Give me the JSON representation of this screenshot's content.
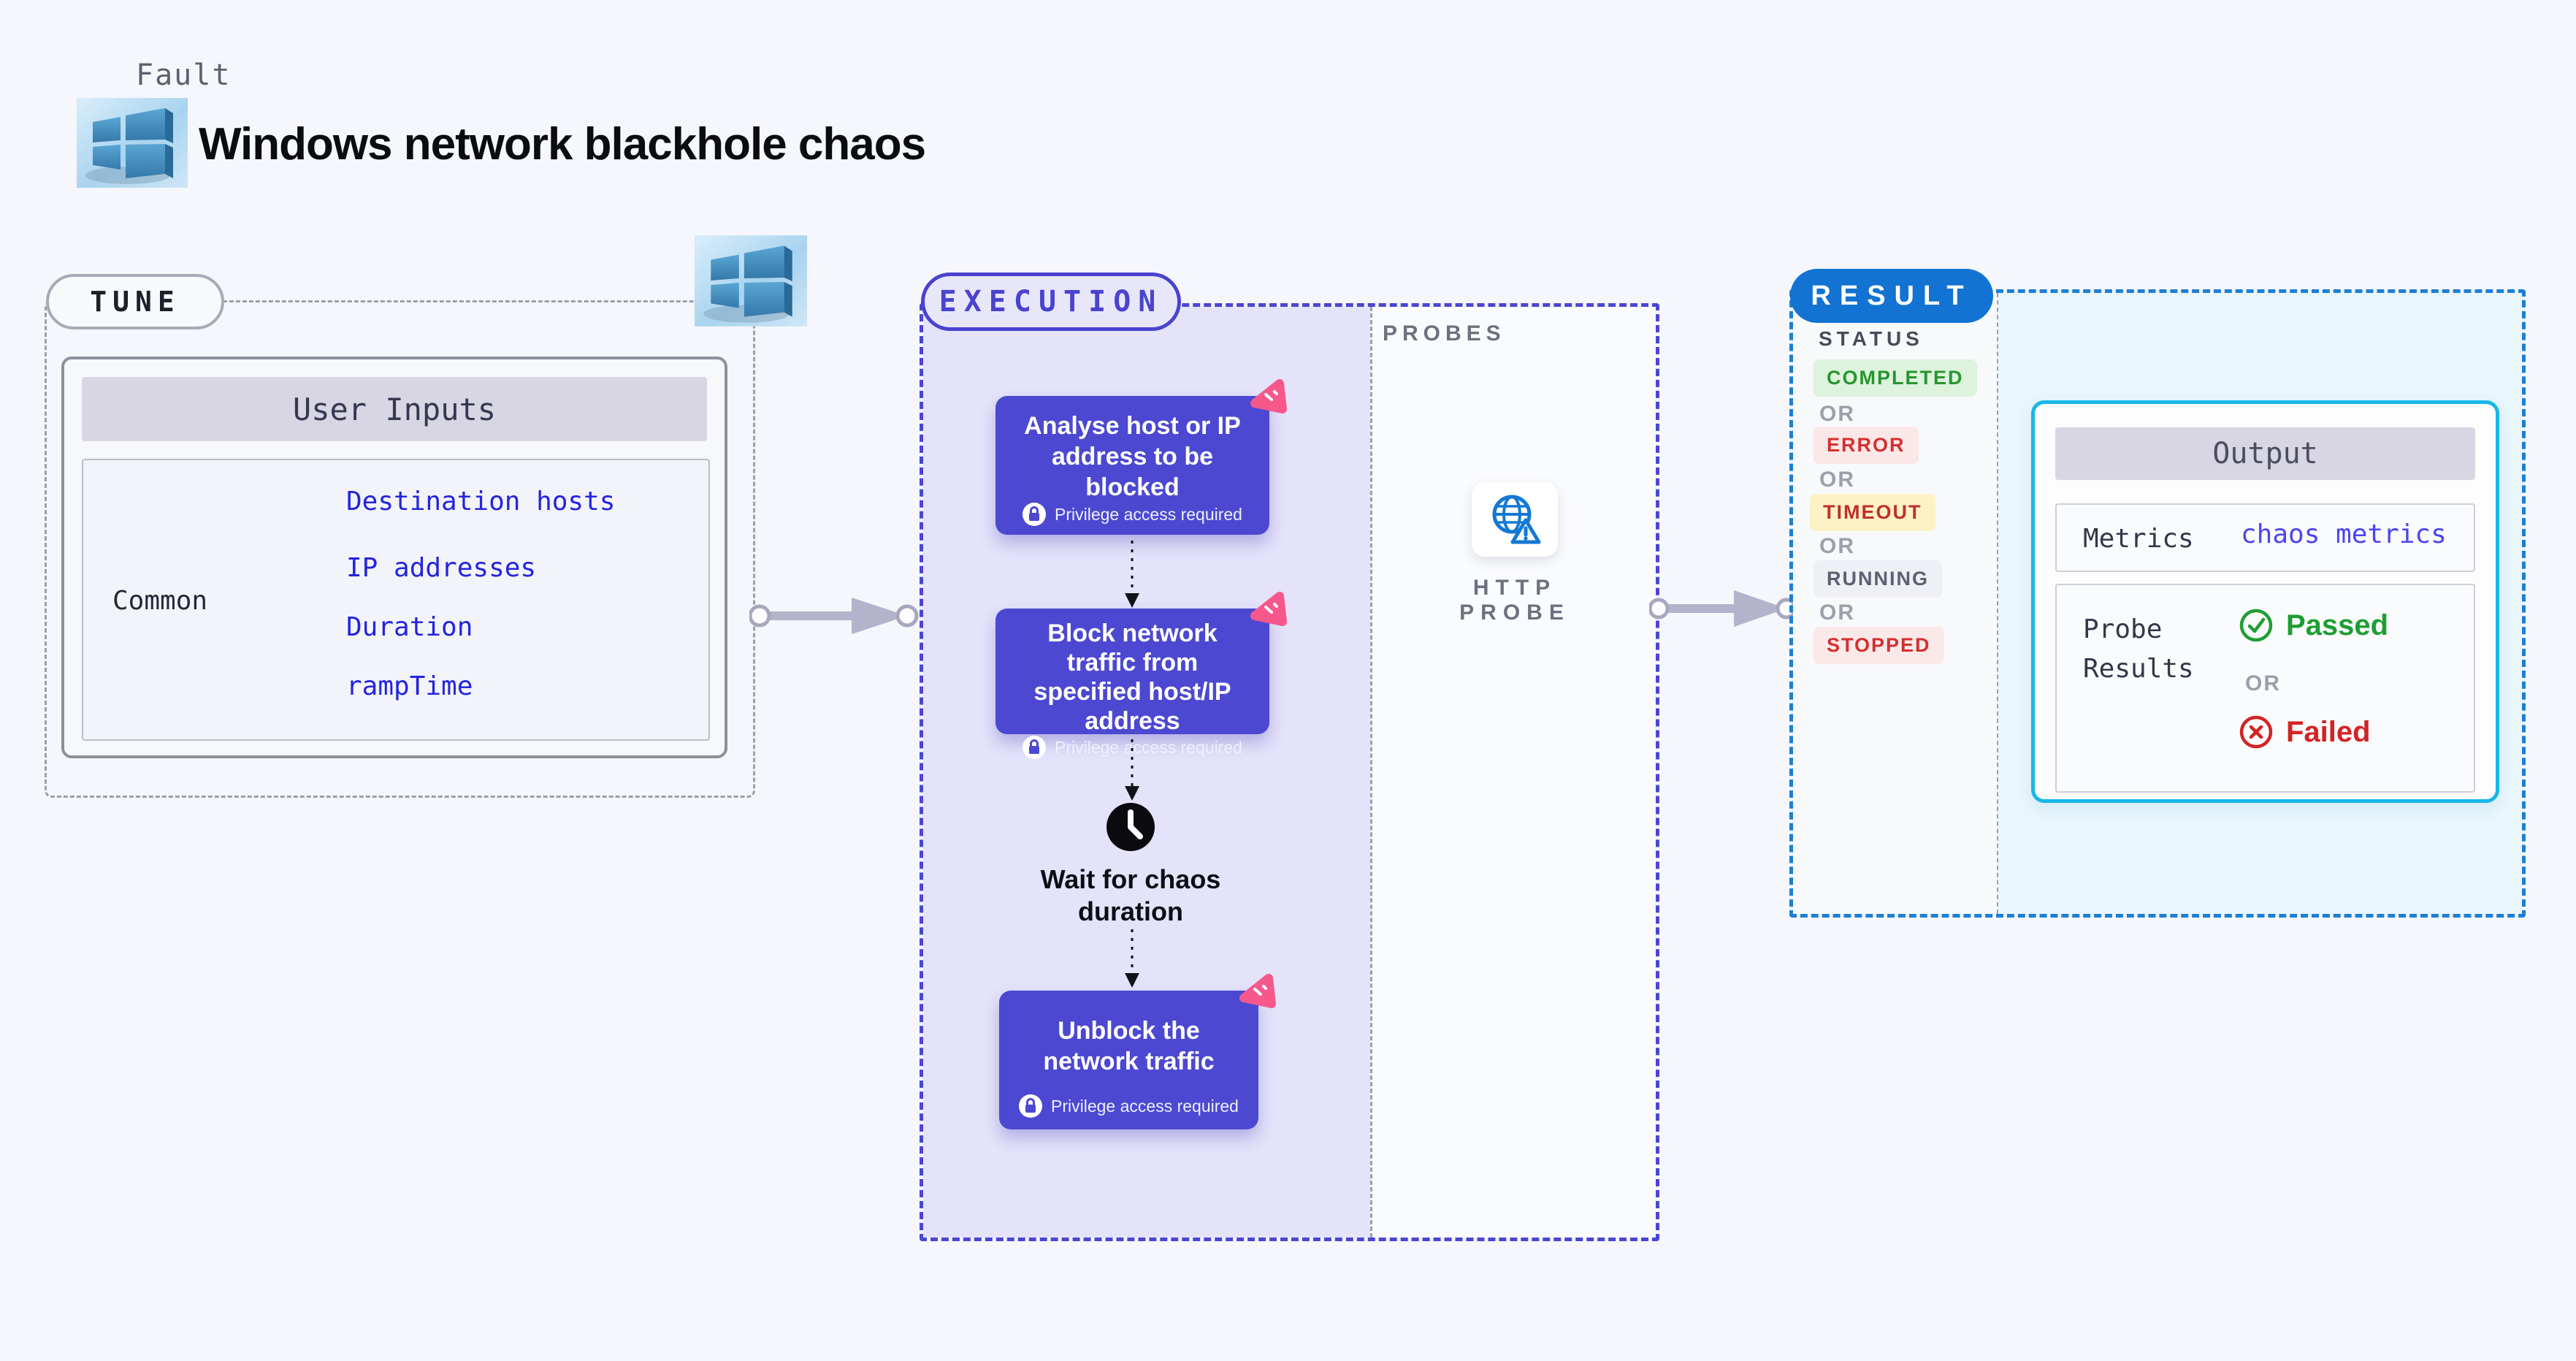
{
  "header": {
    "fault_label": "Fault",
    "title": "Windows network blackhole chaos"
  },
  "tune": {
    "label": "TUNE",
    "user_inputs_title": "User Inputs",
    "row_label": "Common",
    "links": [
      "Destination hosts",
      "IP addresses",
      "Duration",
      "rampTime"
    ]
  },
  "execution": {
    "label": "EXECUTION",
    "privilege_label": "Privilege access required",
    "nodes": [
      {
        "title": "Analyse host or IP address to be blocked"
      },
      {
        "title": "Block network traffic from specified host/IP address"
      },
      {
        "title": "Unblock the network traffic"
      }
    ],
    "wait_label": "Wait for chaos duration"
  },
  "probes": {
    "label": "PROBES",
    "probe_name": "HTTP PROBE"
  },
  "result": {
    "label": "RESULT",
    "status_title": "STATUS",
    "or_label": "OR",
    "statuses": [
      {
        "label": "COMPLETED"
      },
      {
        "label": "ERROR"
      },
      {
        "label": "TIMEOUT"
      },
      {
        "label": "RUNNING"
      },
      {
        "label": "STOPPED"
      }
    ],
    "output": {
      "title": "Output",
      "metrics_label": "Metrics",
      "metrics_value": "chaos metrics",
      "probe_results_label": "Probe Results",
      "passed_label": "Passed",
      "failed_label": "Failed"
    }
  },
  "colors": {
    "background": "#f5f7fc",
    "indigo_accent": "#4a46d4",
    "node_fill": "#4c48d1",
    "lavender_fill": "#e4e3fa",
    "pink_badge": "#f7588c",
    "result_blue": "#1273d2",
    "result_border": "#1b7fd6",
    "output_cyan": "#18b7ea",
    "link_blue": "#2424df",
    "passed_green": "#1f9e33",
    "failed_red": "#d42323",
    "completed_green": "#27962f",
    "timeout_red": "#c12f2f",
    "connector_gray": "#b3b3cb",
    "windows_blue": "#3c85b8"
  }
}
